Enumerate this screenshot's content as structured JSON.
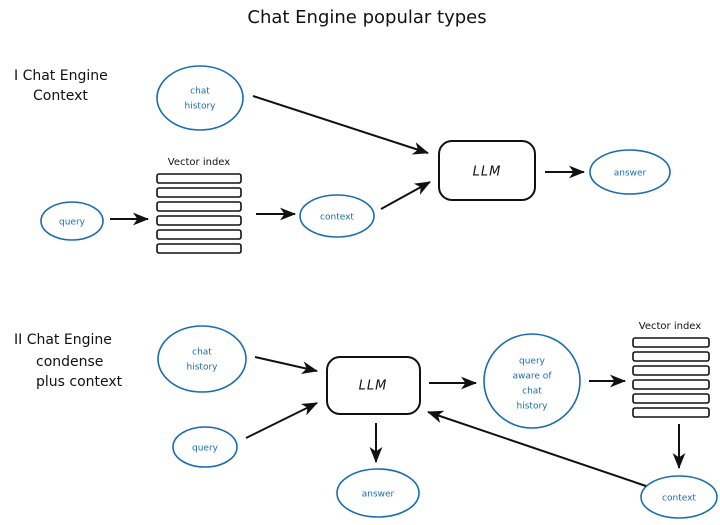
{
  "title": "Chat Engine popular types",
  "sections": [
    {
      "id": "section-1",
      "label_lines": [
        "I Chat Engine",
        "Context"
      ],
      "nodes": {
        "chat_history": "chat\nhistory",
        "chat_history_l1": "chat",
        "chat_history_l2": "history",
        "vector_index_caption": "Vector index",
        "query": "query",
        "context": "context",
        "llm": "LLM",
        "answer": "answer"
      },
      "vector_index_bars": 6
    },
    {
      "id": "section-2",
      "label_lines": [
        "II Chat Engine",
        "condense",
        "plus context"
      ],
      "nodes": {
        "chat_history_l1": "chat",
        "chat_history_l2": "history",
        "query": "query",
        "llm": "LLM",
        "query_aware_l1": "query",
        "query_aware_l2": "aware of",
        "query_aware_l3": "chat",
        "query_aware_l4": "history",
        "vector_index_caption": "Vector index",
        "context": "context",
        "answer": "answer"
      },
      "vector_index_bars": 6
    }
  ],
  "colors": {
    "node_blue": "#1a6cb0",
    "ink_black": "#111111",
    "background": "#ffffff"
  }
}
